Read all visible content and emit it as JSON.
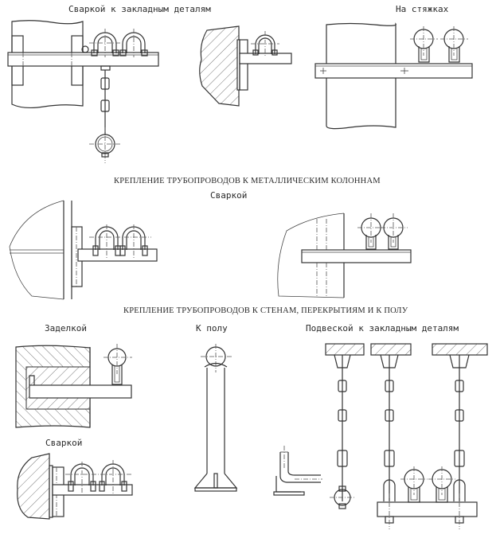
{
  "labels": {
    "top_left": "Сваркой к закладным деталям",
    "top_right": "На стяжках",
    "section1_title": "КРЕПЛЕНИЕ ТРУБОПРОВОДОВ К МЕТАЛЛИЧЕСКИМ КОЛОННАМ",
    "section1_sub": "Сваркой",
    "section2_title": "КРЕПЛЕНИЕ ТРУБОПРОВОДОВ К СТЕНАМ, ПЕРЕКРЫТИЯМ И К ПОЛУ",
    "embed": "Заделкой",
    "floor": "К полу",
    "hanger": "Подвеской к закладным деталям",
    "weld2": "Сваркой"
  },
  "colors": {
    "ink": "#333333",
    "paper": "#ffffff"
  }
}
